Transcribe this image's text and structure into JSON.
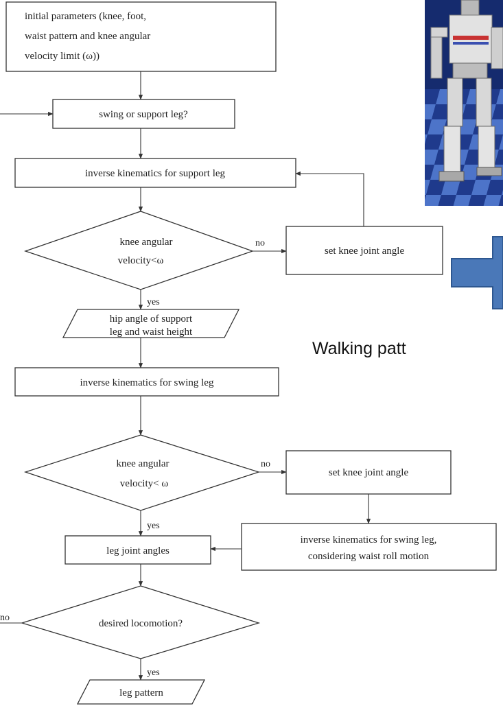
{
  "flowchart": {
    "start_box": {
      "line1": "initial parameters (knee, foot,",
      "line2": "waist pattern and knee angular",
      "line3": "velocity limit (ω))"
    },
    "swing_or_support": "swing or support leg?",
    "ik_support": "inverse kinematics for support leg",
    "decision1": {
      "line1": "knee angular",
      "line2": "velocity<ω"
    },
    "set_knee_1": "set knee joint angle",
    "hip_angle": {
      "line1": "hip angle of support",
      "line2": "leg and waist height"
    },
    "ik_swing": "inverse kinematics for swing leg",
    "decision2": {
      "line1": "knee angular",
      "line2": "velocity< ω"
    },
    "set_knee_2": "set knee joint angle",
    "ik_swing_waist": {
      "line1": "inverse kinematics for swing leg,",
      "line2": "considering waist roll motion"
    },
    "leg_joint_angles": "leg joint angles",
    "desired_locomotion": "desired locomotion?",
    "leg_pattern": "leg pattern",
    "labels": {
      "no": "no",
      "yes": "yes"
    }
  },
  "caption": "Walking patt",
  "colors": {
    "arrow_fill": "#4a78b8",
    "arrow_stroke": "#2e5790",
    "floor_dark": "#1f3a8c",
    "floor_light": "#4d74c9"
  },
  "robot_image": {
    "icon": "humanoid-robot-image"
  }
}
